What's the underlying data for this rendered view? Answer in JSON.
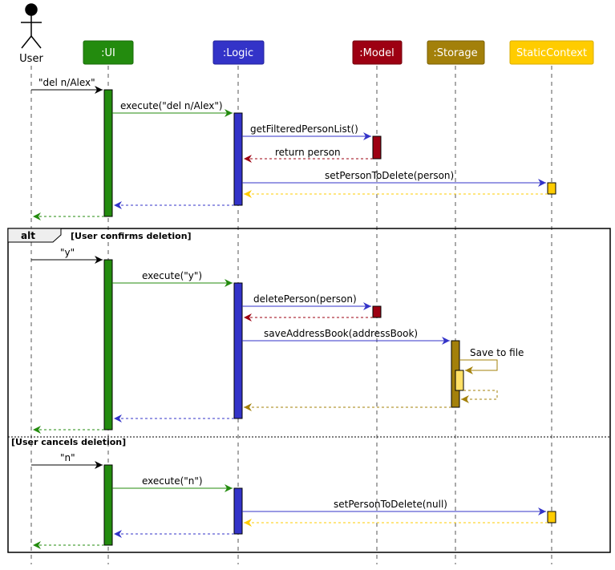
{
  "participants": [
    {
      "id": "user",
      "label": "User",
      "kind": "actor"
    },
    {
      "id": "ui",
      "label": ":UI",
      "fill": "#238b0e",
      "text_color": "#ffffff",
      "activation": "#238b0e"
    },
    {
      "id": "logic",
      "label": ":Logic",
      "fill": "#3333c8",
      "text_color": "#ffffff",
      "activation": "#3333c8"
    },
    {
      "id": "model",
      "label": ":Model",
      "fill": "#9d0012",
      "text_color": "#ffffff",
      "activation": "#9d0012"
    },
    {
      "id": "storage",
      "label": ":Storage",
      "fill": "#a3800a",
      "text_color": "#ffffff",
      "activation": "#a3800a"
    },
    {
      "id": "context",
      "label": "StaticContext",
      "fill": "#ffcc00",
      "text_color": "#ffffff",
      "activation": "#ffcc00"
    }
  ],
  "messages": {
    "m1": "\"del n/Alex\"",
    "m2": "execute(\"del n/Alex\")",
    "m3": "getFilteredPersonList()",
    "m4": "return person",
    "m5": "setPersonToDelete(person)",
    "m6": "\"y\"",
    "m7": "execute(\"y\")",
    "m8": "deletePerson(person)",
    "m9": "saveAddressBook(addressBook)",
    "m10": "Save to file",
    "m11": "\"n\"",
    "m12": "execute(\"n\")",
    "m13": "setPersonToDelete(null)"
  },
  "fragment": {
    "keyword": "alt",
    "guard1": "[User confirms deletion]",
    "guard2": "[User cancels deletion]"
  },
  "colors": {
    "user_arrow": "#000000",
    "ui_arrow": "#238b0e",
    "logic_arrow": "#3333c8",
    "model_arrow": "#9d0012",
    "storage_arrow": "#a3800a",
    "context_arrow": "#ffcc00"
  }
}
